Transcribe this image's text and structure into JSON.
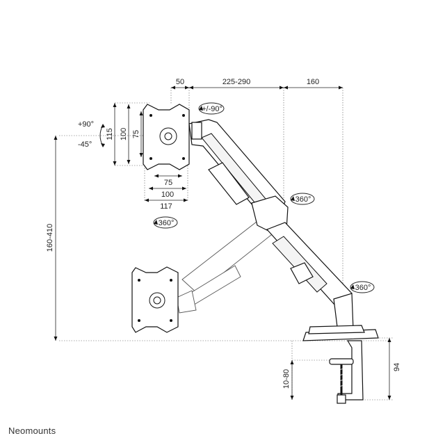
{
  "brand": "Neomounts",
  "dimensions": {
    "top_offset": "50",
    "arm_reach": "225-290",
    "base_offset": "160",
    "vesa_h_75": "75",
    "vesa_h_100": "100",
    "vesa_h_117": "117",
    "vesa_v_115": "115",
    "vesa_v_100": "100",
    "vesa_v_75": "75",
    "height_range": "160-410",
    "desk_thickness": "10-80",
    "clamp_height": "94"
  },
  "rotations": {
    "tilt_up": "+90°",
    "tilt_down": "-45°",
    "swivel_head": "+/-90°",
    "rotate_plate": "360°",
    "rotate_joint": "360°",
    "rotate_pole": "360°"
  }
}
